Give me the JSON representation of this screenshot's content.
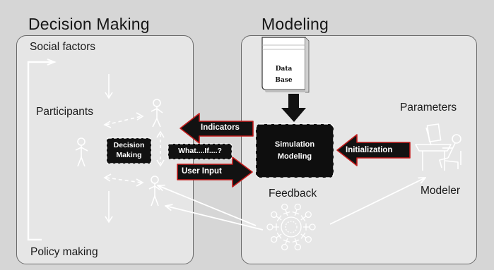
{
  "sections": {
    "decision_title": "Decision Making",
    "modeling_title": "Modeling"
  },
  "decision_panel": {
    "social_factors": "Social factors",
    "participants": "Participants",
    "policy_making": "Policy making",
    "decision_box": [
      "Decision",
      "Making"
    ],
    "what_if": "What....If....?"
  },
  "modeling_panel": {
    "database": [
      "Data",
      "Base"
    ],
    "simulation_box": [
      "Simulation",
      "Modeling"
    ],
    "parameters": "Parameters",
    "modeler": "Modeler",
    "feedback": "Feedback"
  },
  "flows": {
    "indicators": "Indicators",
    "user_input": "User Input",
    "initialization": "Initialization"
  },
  "colors": {
    "background": "#d6d6d6",
    "panel": "#e6e6e6",
    "arrow_dark": "#111111",
    "arrow_border": "#c41b1b"
  }
}
